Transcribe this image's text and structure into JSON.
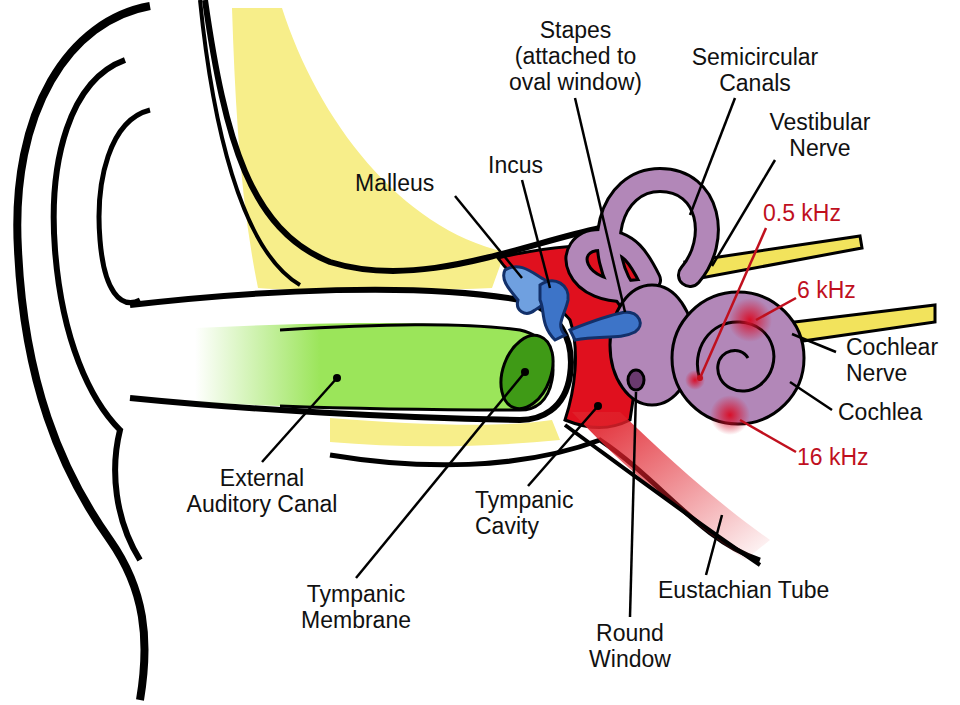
{
  "diagram": {
    "labels": [
      "Stapes (attached to oval window)",
      "Semicircular Canals",
      "Vestibular Nerve",
      "Malleus",
      "Incus",
      "0.5 kHz",
      "6 kHz",
      "Cochlear Nerve",
      "Cochlea",
      "16 kHz",
      "External Auditory Canal",
      "Tympanic Cavity",
      "Tympanic Membrane",
      "Eustachian Tube",
      "Round Window"
    ]
  }
}
